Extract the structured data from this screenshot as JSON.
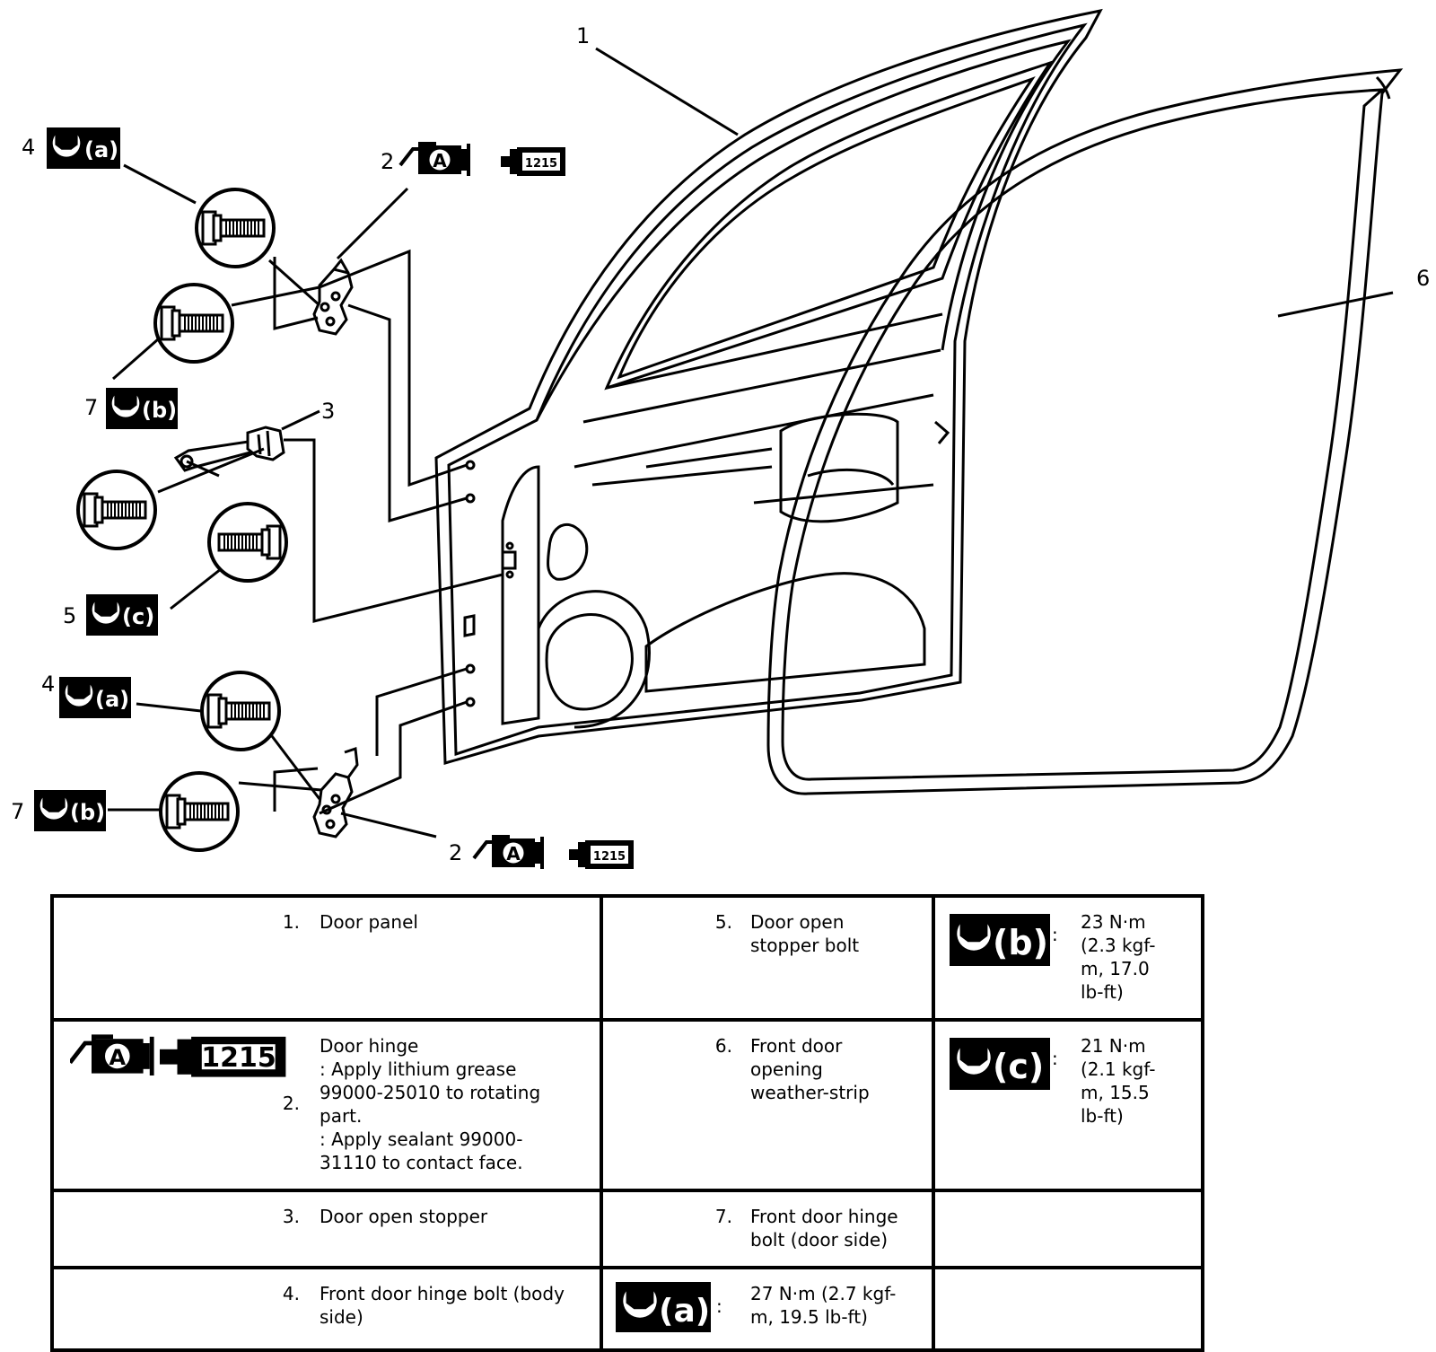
{
  "diagram": {
    "callouts": {
      "door_panel": "1",
      "hinge_upper": "2",
      "hinge_lower": "2",
      "stopper": "3",
      "hinge_bolt_body_upper": "4",
      "hinge_bolt_body_lower": "4",
      "stopper_bolt": "5",
      "weather_strip": "6",
      "hinge_bolt_door_upper": "7",
      "hinge_bolt_door_lower": "7"
    },
    "torque_badges": {
      "a": "(a)",
      "b": "(b)",
      "c": "(c)"
    },
    "sealant_code": "1215",
    "grease_letter": "A"
  },
  "legend": {
    "rows": [
      {
        "left_num": "1.",
        "left_text": "Door panel",
        "mid_num": "5.",
        "mid_text": "Door open\nstopper bolt",
        "right_symbol": "(b)",
        "right_colon": ":",
        "right_text": "23 N·m\n(2.3 kgf-\nm, 17.0\nlb-ft)"
      },
      {
        "left_num": "2.",
        "left_text": "Door hinge\n: Apply lithium grease\n99000-25010 to rotating\npart.\n: Apply sealant 99000-\n31110 to contact face.",
        "mid_num": "6.",
        "mid_text": "Front door\nopening\nweather-strip",
        "right_symbol": "(c)",
        "right_colon": ":",
        "right_text": "21 N·m\n(2.1 kgf-\nm, 15.5\nlb-ft)"
      },
      {
        "left_num": "3.",
        "left_text": "Door open stopper",
        "mid_num": "7.",
        "mid_text": "Front door hinge\nbolt (door side)"
      },
      {
        "left_num": "4.",
        "left_text": "Front door hinge bolt (body\nside)",
        "mid_symbol": "(a)",
        "mid_colon": ":",
        "mid_text": "27 N·m (2.7 kgf-\nm, 19.5 lb-ft)"
      }
    ],
    "row2_sealant_code": "1215",
    "row2_grease_letter": "A"
  }
}
